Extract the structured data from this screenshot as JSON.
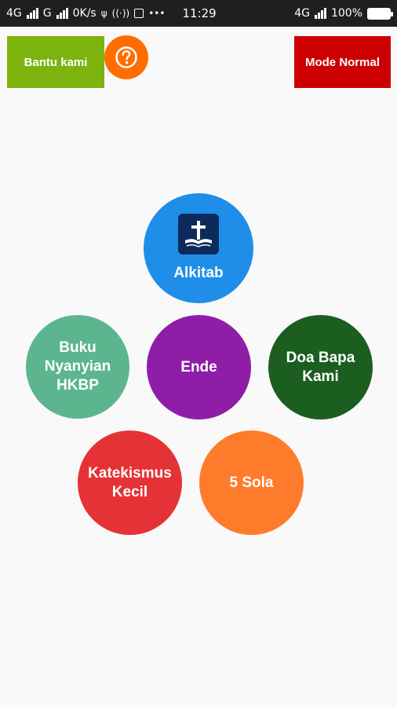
{
  "status_bar": {
    "net1": "4G",
    "net2": "G",
    "speed": "0K/s",
    "time": "11:29",
    "net_right": "4G",
    "battery": "100%"
  },
  "buttons": {
    "help_us": "Bantu kami",
    "mode": "Mode Normal"
  },
  "menu": {
    "alkitab": "Alkitab",
    "buku_nyanyian": "Buku Nyanyian HKBP",
    "ende": "Ende",
    "doa_bapa_kami": "Doa Bapa Kami",
    "katekismus_kecil": "Katekismus Kecil",
    "lima_sola": "5 Sola"
  },
  "colors": {
    "help_us": "#7cb30f",
    "mode": "#cc0000",
    "help_icon": "#ff6d00",
    "alkitab": "#1e8ee8",
    "buku_nyanyian": "#5cb58e",
    "ende": "#8e1ea8",
    "doa_bapa_kami": "#1b5e20",
    "katekismus_kecil": "#e53236",
    "lima_sola": "#ff7b2c"
  },
  "icons": {
    "help": "question-circle-icon",
    "alkitab": "bible-cross-icon"
  }
}
